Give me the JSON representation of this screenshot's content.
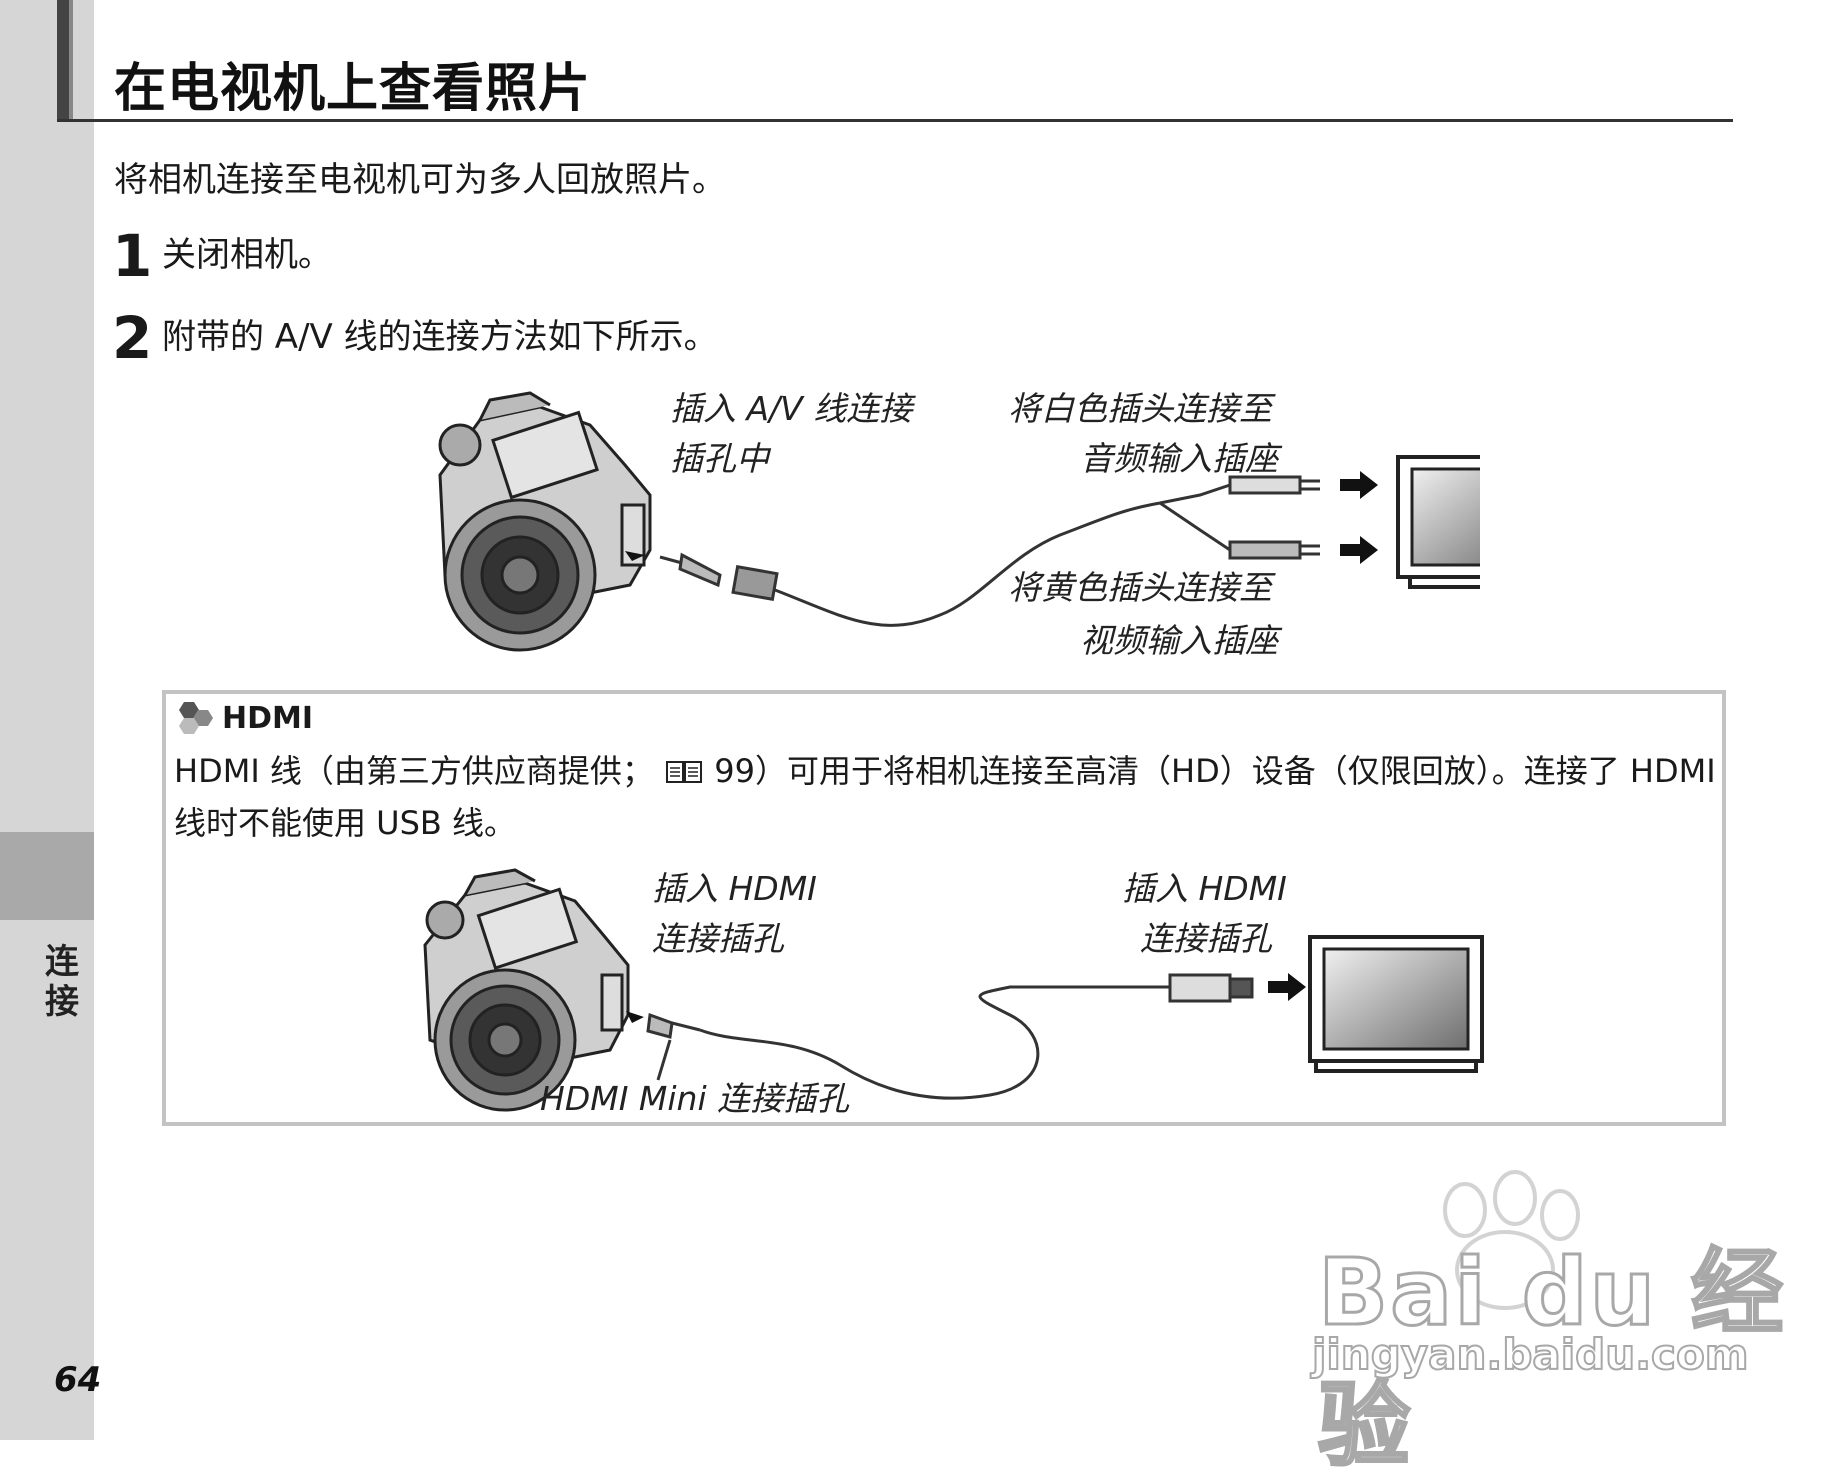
{
  "sidebar": {
    "label": "连接",
    "page_number": "64"
  },
  "title": "在电视机上查看照片",
  "intro": "将相机连接至电视机可为多人回放照片。",
  "steps": [
    {
      "num": "1",
      "text": "关闭相机。"
    },
    {
      "num": "2",
      "text": "附带的 A/V 线的连接方法如下所示。"
    }
  ],
  "figure1": {
    "label_camera_1": "插入 A/V 线连接",
    "label_camera_2": "插孔中",
    "label_white_1": "将白色插头连接至",
    "label_white_2": "音频输入插座",
    "label_yellow_1": "将黄色插头连接至",
    "label_yellow_2": "视频输入插座"
  },
  "note": {
    "heading": "HDMI",
    "body_1": "HDMI 线（由第三方供应商提供；",
    "body_page_ref": "99",
    "body_2": "）可用于将相机连接至高清（HD）设备（仅限回放）。连接了 HDMI 线时不能使用 USB 线。"
  },
  "figure2": {
    "label_camera_1": "插入 HDMI",
    "label_camera_2": "连接插孔",
    "label_tv_1": "插入 HDMI",
    "label_tv_2": "连接插孔",
    "label_mini": "HDMI Mini 连接插孔"
  },
  "watermark": {
    "brand": "Bai du 经验",
    "url": "jingyan.baidu.com"
  },
  "icons": [
    "hex-note-icon",
    "book-icon",
    "camera-icon",
    "tv-icon",
    "arrow-icon"
  ]
}
